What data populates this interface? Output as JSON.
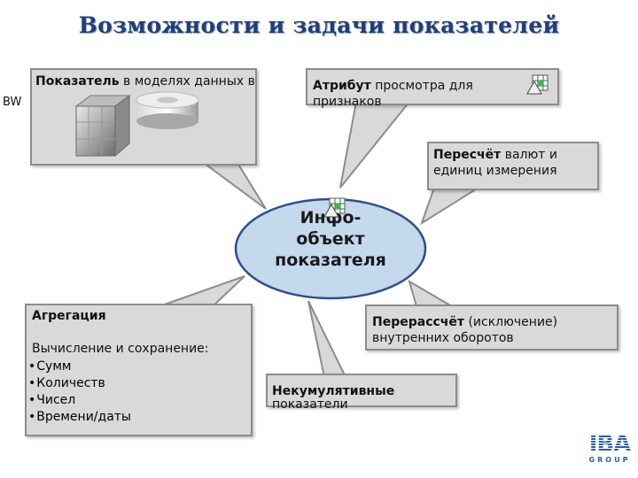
{
  "title": "Возможности и задачи показателей",
  "side_label": "BW",
  "center": {
    "line1": "Инфо-",
    "line2": "объект",
    "line3": "показателя"
  },
  "boxes": {
    "models": {
      "bold": "Показатель",
      "rest": " в моделях данных в"
    },
    "attribute": {
      "bold": "Атрибут",
      "rest": " просмотра для признаков"
    },
    "currency": {
      "bold": "Пересчёт",
      "rest": " валют и единиц измерения"
    },
    "aggregation": {
      "title": "Агрегация",
      "subtitle": "Вычисление и сохранение:",
      "items": [
        "Сумм",
        "Количеств",
        "Чисел",
        "Времени/даты"
      ]
    },
    "noncumulative": {
      "bold": "Некумулятивные",
      "rest": "показатели"
    },
    "recalc": {
      "bold": "Перерассчёт",
      "rest": " (исключение) внутренних оборотов"
    }
  },
  "logo": {
    "text": "IBA",
    "sub": "GROUP"
  },
  "colors": {
    "box_fill": "#d9d9d9",
    "box_border": "#8c8c8c",
    "ellipse_fill": "#c5d9ec",
    "ellipse_border": "#2f4f8f",
    "title": "#1f3f7a",
    "logo": "#2a5db0"
  },
  "icons": [
    "cube-image",
    "disk-image",
    "infoobject-icon"
  ]
}
